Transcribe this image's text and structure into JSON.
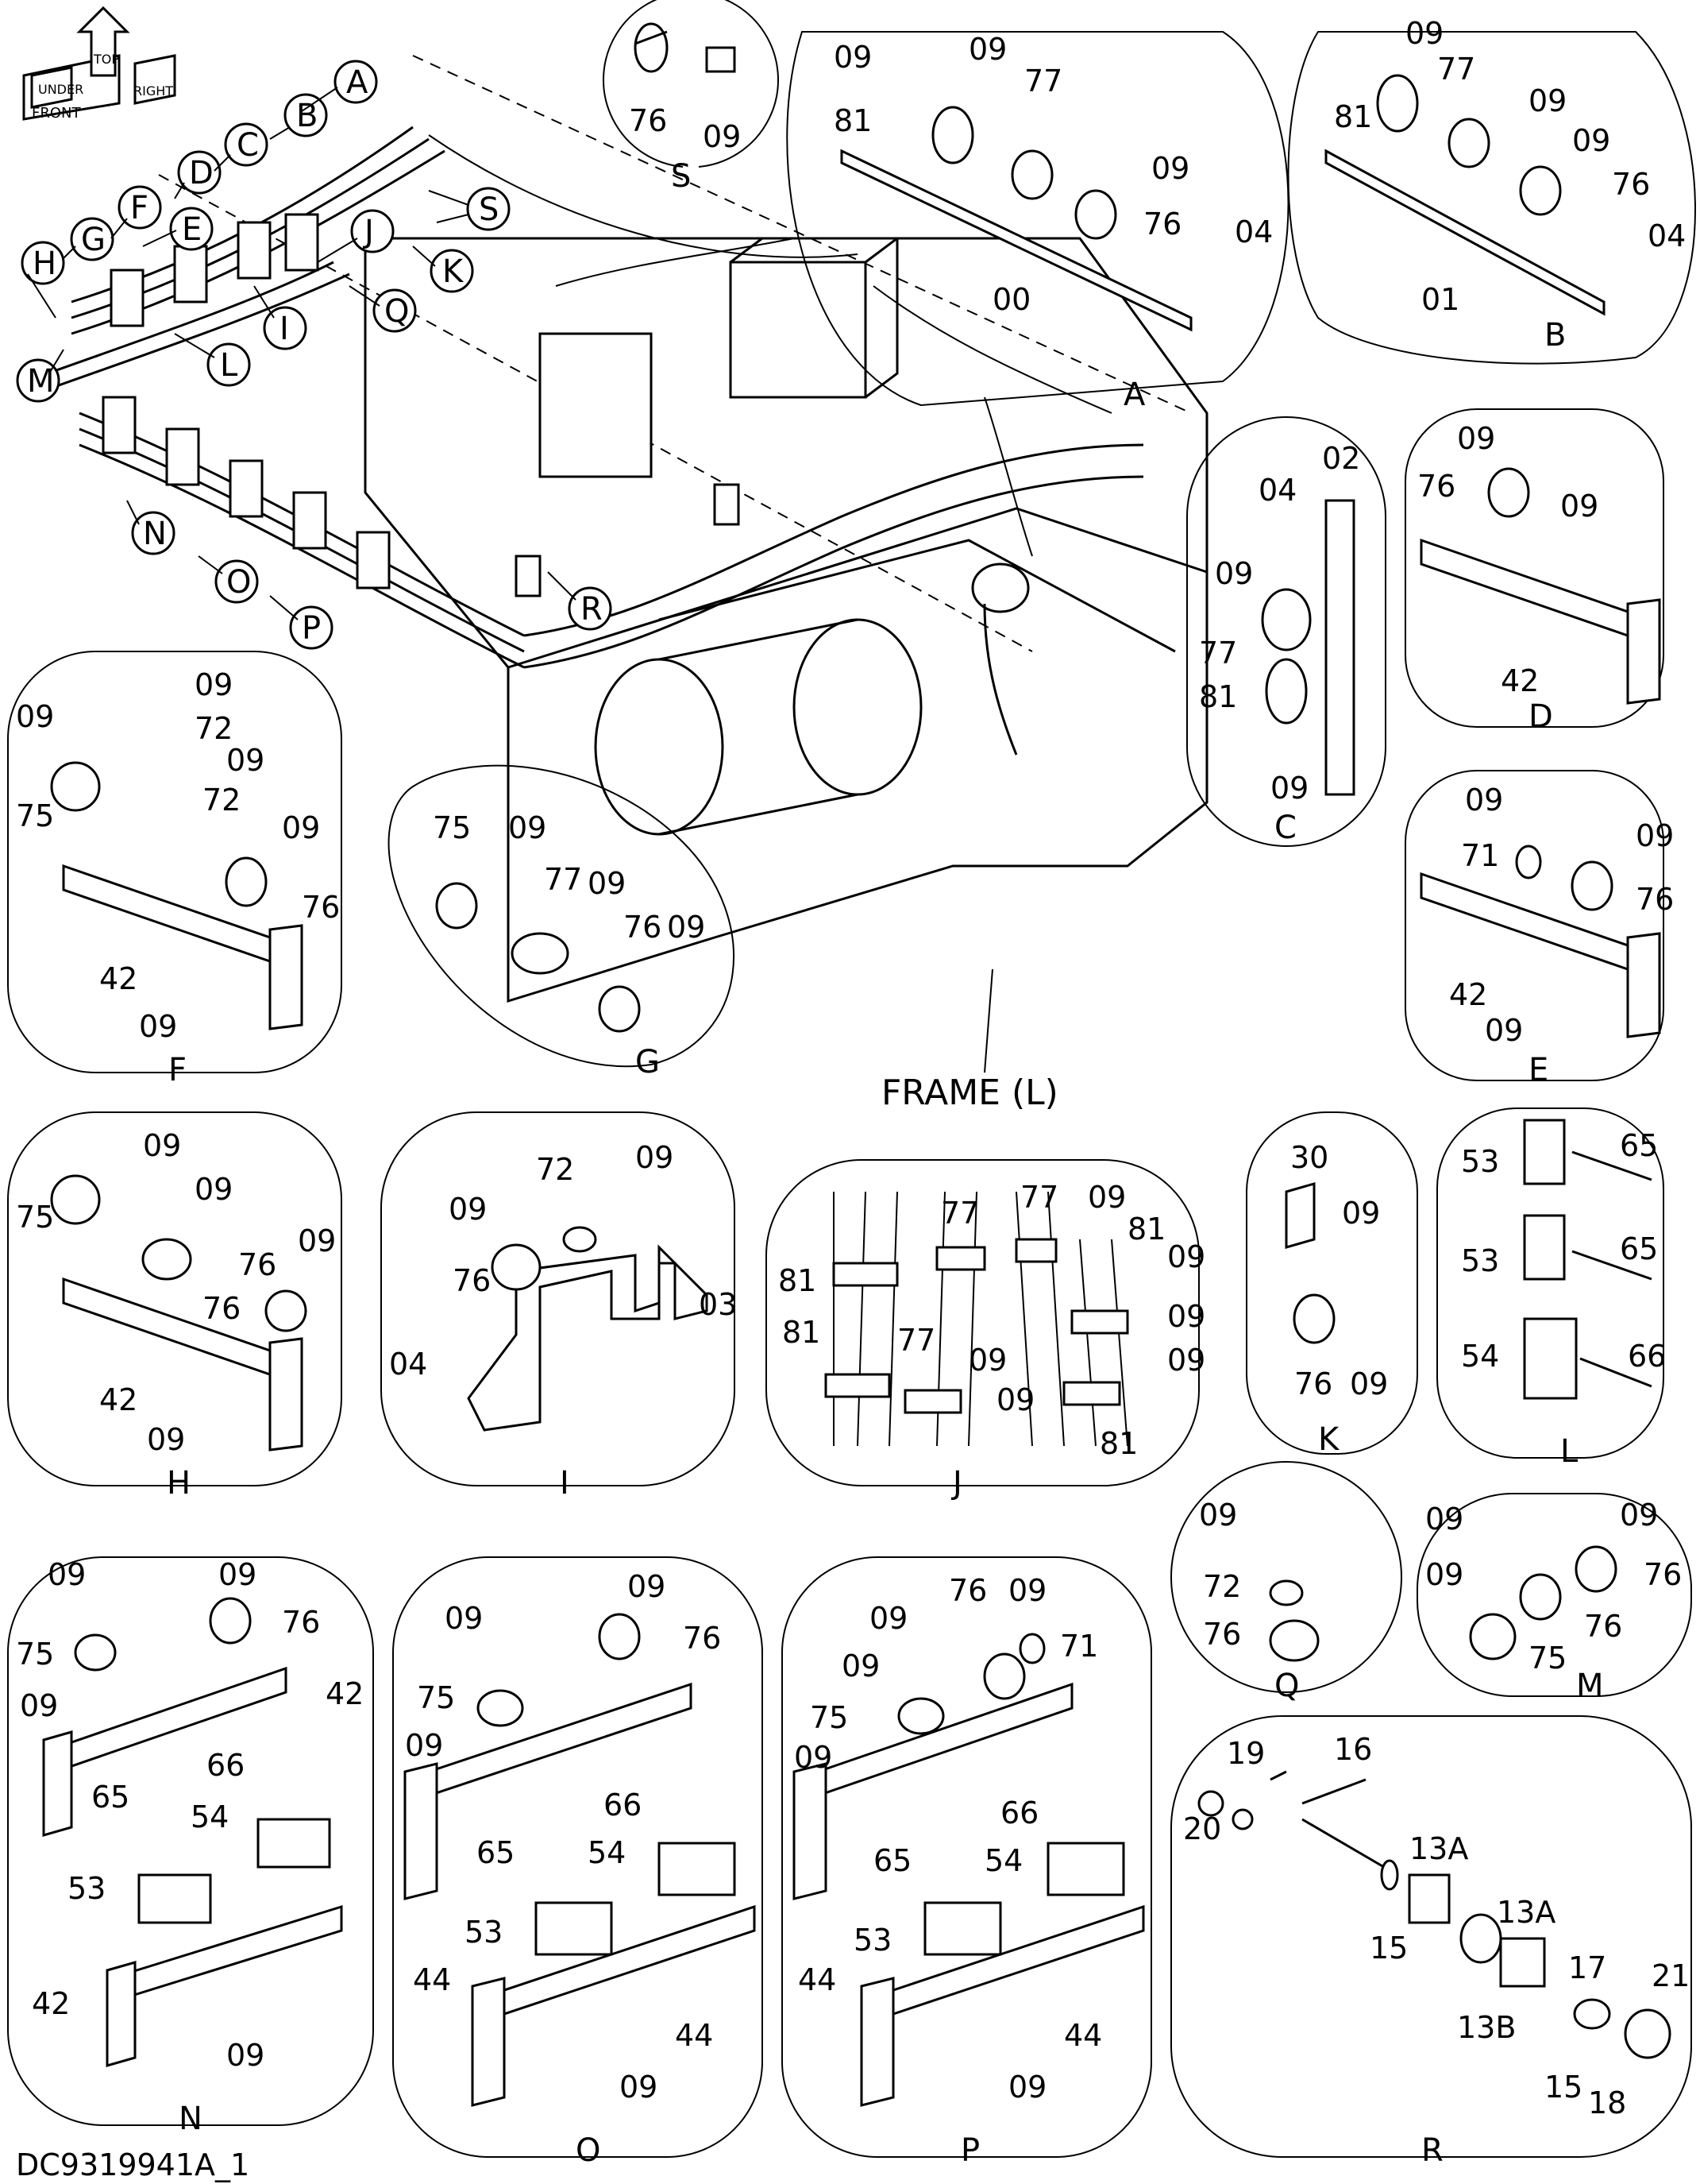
{
  "orientation": {
    "front": "FRONT",
    "top": "TOP",
    "right": "RIGHT",
    "under": "UNDER"
  },
  "frame_label": "FRAME (L)",
  "drawing_code": "DC9319941A_1",
  "callouts": [
    "A",
    "B",
    "C",
    "D",
    "E",
    "F",
    "G",
    "H",
    "I",
    "J",
    "K",
    "L",
    "M",
    "N",
    "O",
    "P",
    "Q",
    "R",
    "S"
  ],
  "details": {
    "S": {
      "title": "S",
      "parts": [
        "76",
        "09"
      ]
    },
    "A": {
      "title": "A",
      "parts": [
        "09",
        "81",
        "09",
        "77",
        "09",
        "76",
        "04",
        "00"
      ]
    },
    "B": {
      "title": "B",
      "parts": [
        "09",
        "81",
        "77",
        "09",
        "09",
        "76",
        "04",
        "01"
      ]
    },
    "C": {
      "title": "C",
      "parts": [
        "02",
        "04",
        "09",
        "77",
        "81",
        "09"
      ]
    },
    "D": {
      "title": "D",
      "parts": [
        "09",
        "76",
        "09",
        "42"
      ]
    },
    "E": {
      "title": "E",
      "parts": [
        "09",
        "09",
        "71",
        "76",
        "42",
        "09"
      ]
    },
    "F": {
      "title": "F",
      "parts": [
        "09",
        "09",
        "72",
        "09",
        "72",
        "75",
        "09",
        "76",
        "42",
        "09"
      ]
    },
    "G": {
      "title": "G",
      "parts": [
        "75",
        "09",
        "77",
        "09",
        "76",
        "09"
      ]
    },
    "H": {
      "title": "H",
      "parts": [
        "09",
        "09",
        "75",
        "09",
        "76",
        "76",
        "42",
        "09"
      ]
    },
    "I": {
      "title": "I",
      "parts": [
        "72",
        "09",
        "09",
        "76",
        "03",
        "04"
      ]
    },
    "J": {
      "title": "J",
      "parts": [
        "77",
        "77",
        "09",
        "81",
        "09",
        "81",
        "09",
        "09",
        "77",
        "81",
        "09",
        "09",
        "81"
      ]
    },
    "K": {
      "title": "K",
      "parts": [
        "30",
        "09",
        "76",
        "09"
      ]
    },
    "L": {
      "title": "L",
      "parts": [
        "53",
        "65",
        "53",
        "65",
        "54",
        "66"
      ]
    },
    "M": {
      "title": "M",
      "parts": [
        "09",
        "09",
        "09",
        "76",
        "76",
        "75"
      ]
    },
    "N": {
      "title": "N",
      "parts": [
        "09",
        "09",
        "75",
        "76",
        "09",
        "42",
        "66",
        "65",
        "54",
        "53",
        "42",
        "09"
      ]
    },
    "O": {
      "title": "O",
      "parts": [
        "09",
        "09",
        "76",
        "75",
        "09",
        "66",
        "65",
        "54",
        "53",
        "44",
        "44",
        "09"
      ]
    },
    "P": {
      "title": "P",
      "parts": [
        "76",
        "09",
        "09",
        "09",
        "71",
        "75",
        "09",
        "66",
        "65",
        "54",
        "53",
        "44",
        "44",
        "09"
      ]
    },
    "Q": {
      "title": "Q",
      "parts": [
        "09",
        "72",
        "76"
      ]
    },
    "R": {
      "title": "R",
      "parts": [
        "19",
        "16",
        "20",
        "13A",
        "13A",
        "15",
        "13B",
        "17",
        "21",
        "15",
        "18"
      ]
    }
  }
}
